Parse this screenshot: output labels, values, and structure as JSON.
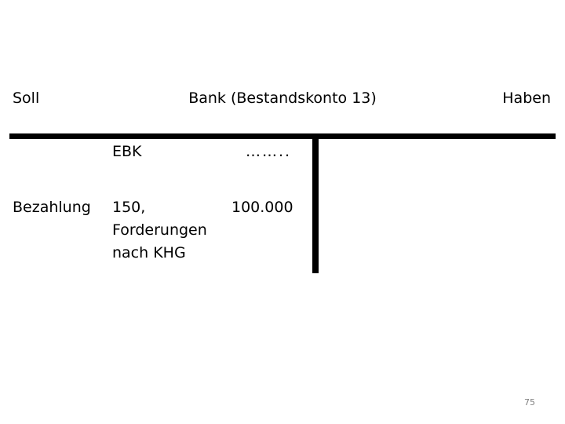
{
  "slide": {
    "page_number": "75",
    "page_number_color": "#808080",
    "background_color": "#ffffff",
    "rule_color": "#000000"
  },
  "account": {
    "debit_label": "Soll",
    "title": "Bank (Bestandskonto 13)",
    "credit_label": "Haben",
    "debit_entries": [
      {
        "source": "EBK",
        "description": "",
        "amount": "……..",
        "amount_is_placeholder": true
      },
      {
        "source": "Bezahlung",
        "description": "150,\nForderungen\nnach KHG",
        "amount": "100.000",
        "amount_is_placeholder": false
      }
    ],
    "credit_entries": []
  }
}
